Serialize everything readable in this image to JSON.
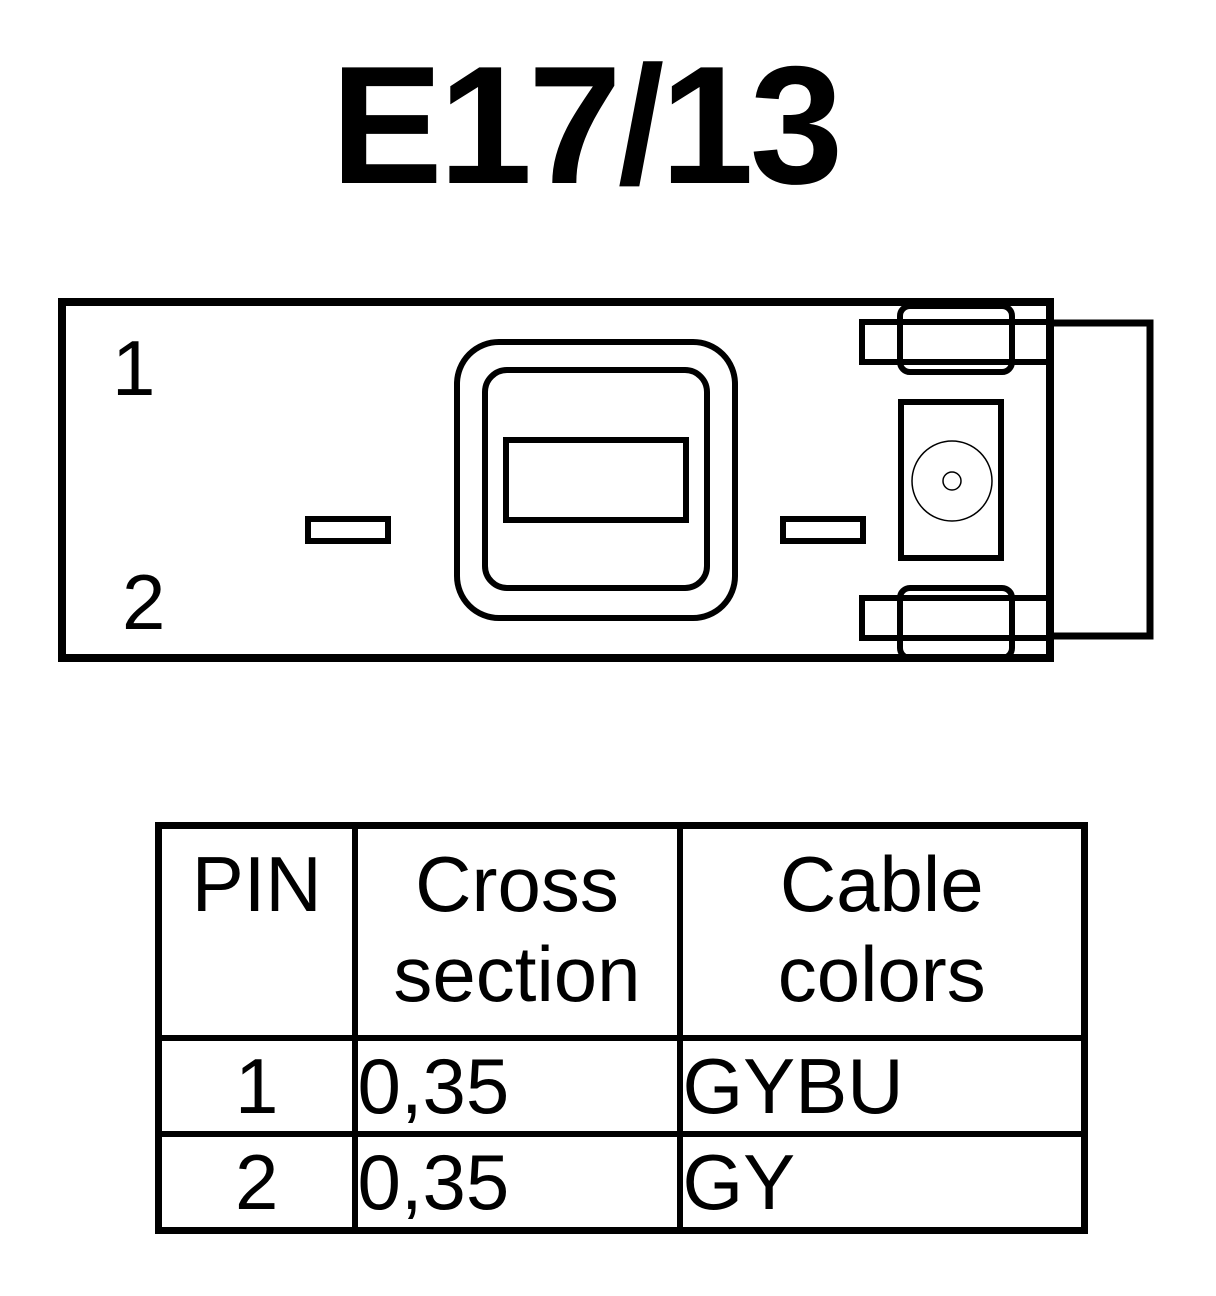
{
  "title": "E17/13",
  "connector": {
    "pin_labels": [
      "1",
      "2"
    ]
  },
  "table": {
    "headers": {
      "pin": "PIN",
      "cross_section": [
        "Cross",
        "section"
      ],
      "cable_colors": [
        "Cable",
        "colors"
      ]
    },
    "rows": [
      {
        "pin": "1",
        "cross_section": "0,35",
        "cable_color": "GYBU"
      },
      {
        "pin": "2",
        "cross_section": "0,35",
        "cable_color": "GY"
      }
    ]
  }
}
